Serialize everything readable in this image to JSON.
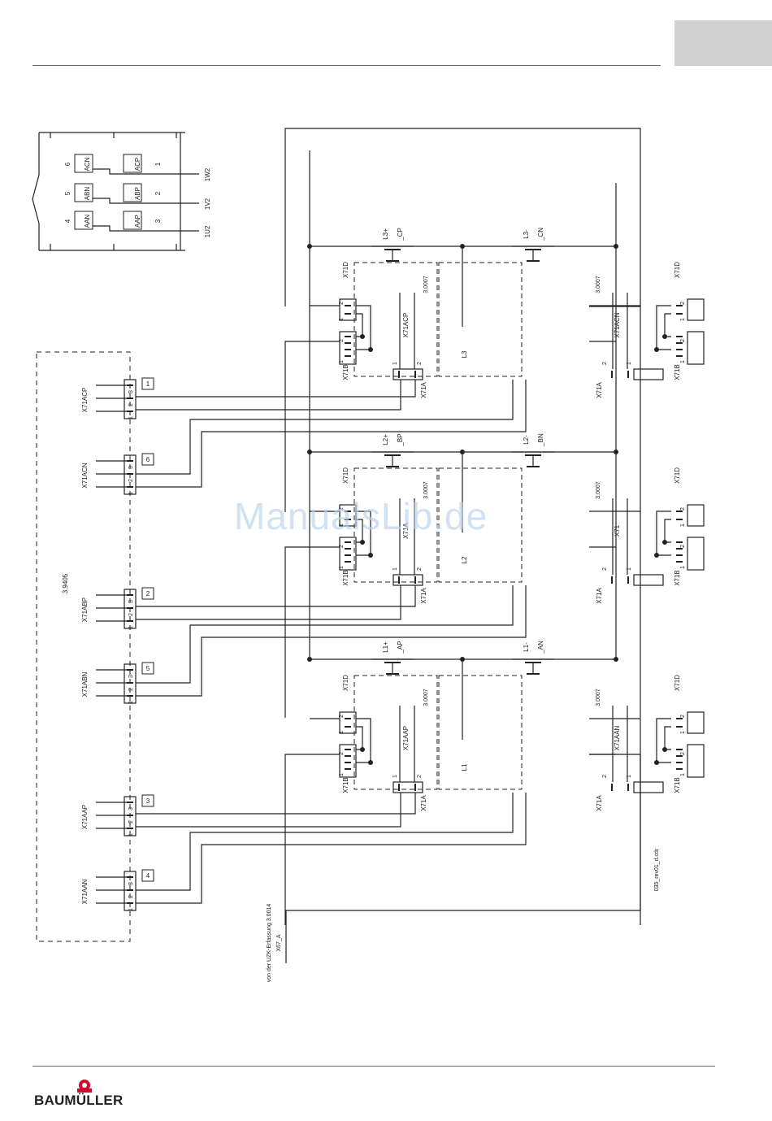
{
  "brand": {
    "name": "BAUMÜLLER"
  },
  "watermark": "ManualsLib.de",
  "diagram_id": "035_rev01_d.cdr",
  "source_note": {
    "line1": "von der UZK-Erfassung 3.0014",
    "line2": "X67_A"
  },
  "driver_board": "3.9405",
  "inset": {
    "left_labels": [
      "ACN",
      "ABN",
      "AAN"
    ],
    "left_nums": [
      "6",
      "5",
      "4"
    ],
    "right_labels": [
      "ACP",
      "ABP",
      "AAP"
    ],
    "right_nums": [
      "1",
      "2",
      "3"
    ],
    "outputs": [
      "1W2",
      "1V2",
      "1U2"
    ]
  },
  "left_connectors": [
    {
      "name": "X71ACP",
      "num": "1"
    },
    {
      "name": "X71ACN",
      "num": "6"
    },
    {
      "name": "X71ABP",
      "num": "2"
    },
    {
      "name": "X71ABN",
      "num": "5"
    },
    {
      "name": "X71AAP",
      "num": "3"
    },
    {
      "name": "X71AAN",
      "num": "4"
    }
  ],
  "modules": [
    {
      "ref": "3.0007",
      "wire": "X71ACP",
      "x71a": "X71A",
      "x71b": "X71B",
      "x71d": "X71D"
    },
    {
      "ref": "3.0007",
      "wire": "X71ACN",
      "x71a": "X71A",
      "x71b": "X71B",
      "x71d": "X71D"
    },
    {
      "ref": "3.0007",
      "wire": "X71A",
      "x71a": "X71A",
      "x71b": "X71B",
      "x71d": "X71D"
    },
    {
      "ref": "3.0007",
      "wire": "X71",
      "x71a": "X71A",
      "x71b": "X71B",
      "x71d": "X71D"
    },
    {
      "ref": "3.0007",
      "wire": "X71AAP",
      "x71a": "X71A",
      "x71b": "X71B",
      "x71d": "X71D"
    },
    {
      "ref": "3.0007",
      "wire": "X71AAN",
      "x71a": "X71A",
      "x71b": "X71B",
      "x71d": "X71D"
    }
  ],
  "transistors": [
    {
      "rail": "L3+",
      "name": "_CP"
    },
    {
      "rail": "L3-",
      "name": "_CN"
    },
    {
      "rail": "L2+",
      "name": "_BP"
    },
    {
      "rail": "L2-",
      "name": "_BN"
    },
    {
      "rail": "L1+",
      "name": "_AP"
    },
    {
      "rail": "L1-",
      "name": "_AN"
    }
  ],
  "phases": [
    "L3",
    "L2",
    "L1"
  ],
  "pins": [
    "1",
    "2",
    "3"
  ]
}
